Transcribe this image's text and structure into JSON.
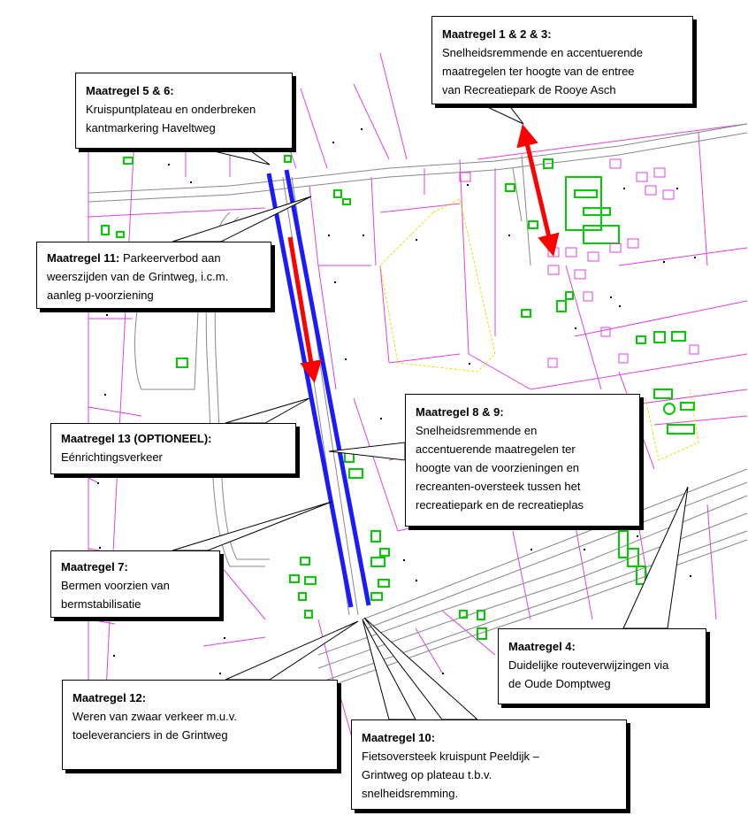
{
  "colors": {
    "parcel_lines": "#e040e0",
    "buildings": "#00cc00",
    "roads": "#888888",
    "dashed_boundary": "#e8e000",
    "measure_blue": "#1a1aff",
    "measure_red": "#ff0000"
  },
  "callouts": {
    "m1": {
      "title": "Maatregel 1 & 2 & 3:",
      "lines": [
        "Snelheidsremmende en accentuerende",
        "maatregelen ter hoogte van de entree",
        "van Recreatiepark de Rooye Asch"
      ]
    },
    "m5": {
      "title": "Maatregel 5 & 6:",
      "lines": [
        "Kruispuntplateau en onderbreken",
        "kantmarkering Haveltweg"
      ]
    },
    "m11": {
      "title": "Maatregel 11:",
      "title_rest": " Parkeerverbod aan",
      "lines": [
        "weerszijden van de Grintweg, i.c.m.",
        "aanleg p-voorziening"
      ]
    },
    "m13": {
      "title": "Maatregel 13 (OPTIONEEL):",
      "lines": [
        "Eénrichtingsverkeer"
      ]
    },
    "m8": {
      "title": "Maatregel 8 & 9:",
      "lines": [
        "Snelheidsremmende en",
        "accentuerende maatregelen ter",
        "hoogte van de voorzieningen en",
        "recreanten-oversteek tussen het",
        "recreatiepark en de recreatieplas"
      ]
    },
    "m7": {
      "title": "Maatregel 7:",
      "lines": [
        "Bermen voorzien van",
        "bermstabilisatie"
      ]
    },
    "m4": {
      "title": "Maatregel 4:",
      "lines": [
        "Duidelijke routeverwijzingen via",
        "de Oude Domptweg"
      ]
    },
    "m12": {
      "title": "Maatregel 12:",
      "lines": [
        "Weren van zwaar verkeer m.u.v.",
        "toeleveranciers in de Grintweg"
      ]
    },
    "m10": {
      "title": "Maatregel 10:",
      "lines": [
        "Fietsoversteek kruispunt Peeldijk –",
        "Grintweg op plateau t.b.v.",
        "snelheidsremming."
      ]
    }
  }
}
